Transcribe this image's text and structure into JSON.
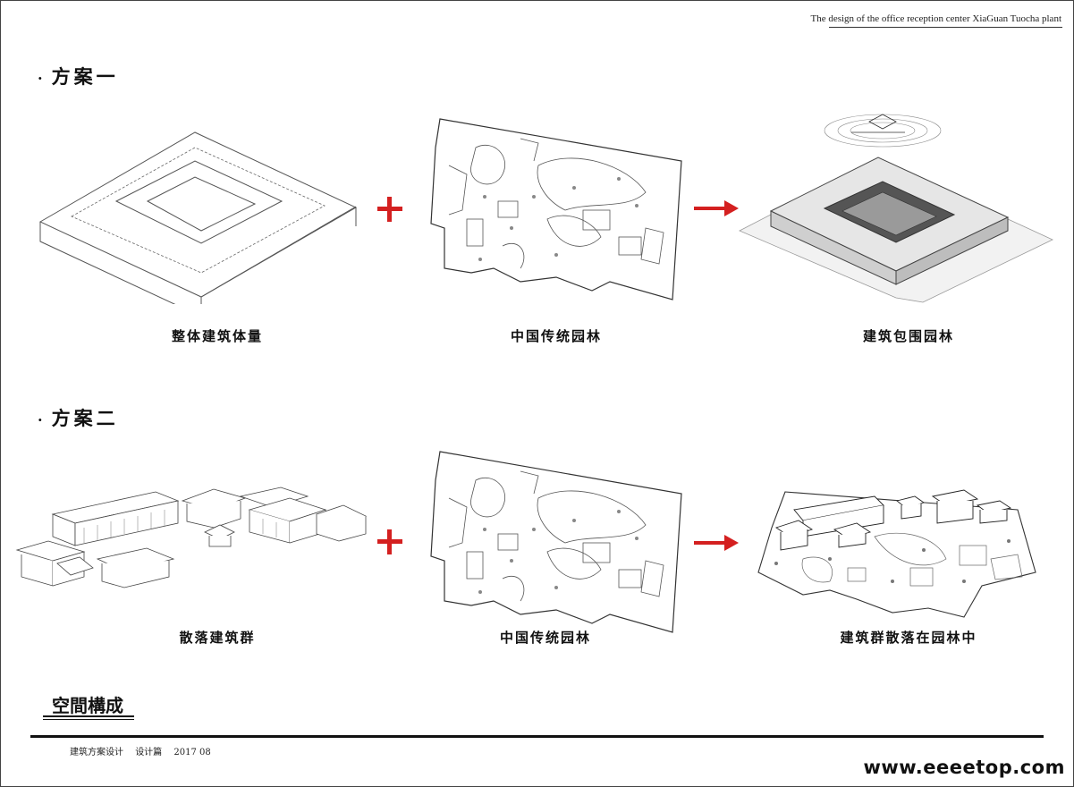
{
  "header": {
    "title": "The design of the office reception center XiaGuan Tuocha plant"
  },
  "scheme1": {
    "title": "方案一",
    "captions": [
      "整体建筑体量",
      "中国传统园林",
      "建筑包围园林"
    ]
  },
  "scheme2": {
    "title": "方案二",
    "captions": [
      "散落建筑群",
      "中国传统园林",
      "建筑群散落在园林中"
    ]
  },
  "symbols": {
    "plus": "+",
    "arrow": "→"
  },
  "colors": {
    "accent_red": "#d42020"
  },
  "section_label": "空間構成",
  "footer": {
    "book": "建筑方案设计",
    "chapter": "设计篇",
    "date": "2017 08"
  },
  "watermark": "www.eeeetop.com"
}
